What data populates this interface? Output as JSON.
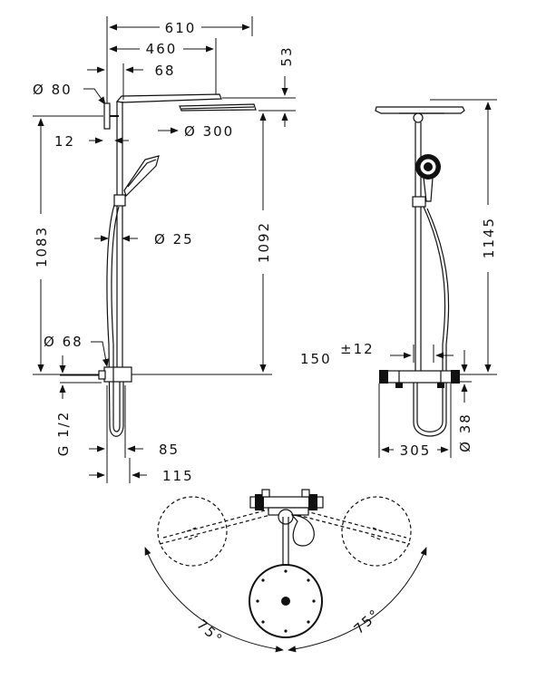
{
  "side_view": {
    "dims": {
      "d610": "610",
      "d460": "460",
      "d68_top": "68",
      "d53": "53",
      "d80": "Ø 80",
      "d300": "Ø 300",
      "d12": "12",
      "d25": "Ø 25",
      "d1083": "1083",
      "d1092": "1092",
      "d68_low": "Ø 68",
      "dG": "G 1/2",
      "d85": "85",
      "d115": "115"
    }
  },
  "front_view": {
    "dims": {
      "d1145": "1145",
      "d150": "150",
      "d12pm": "±12",
      "d305": "305",
      "d38": "Ø 38"
    }
  },
  "top_view": {
    "angles": {
      "left": "75°",
      "right": "75°"
    }
  }
}
